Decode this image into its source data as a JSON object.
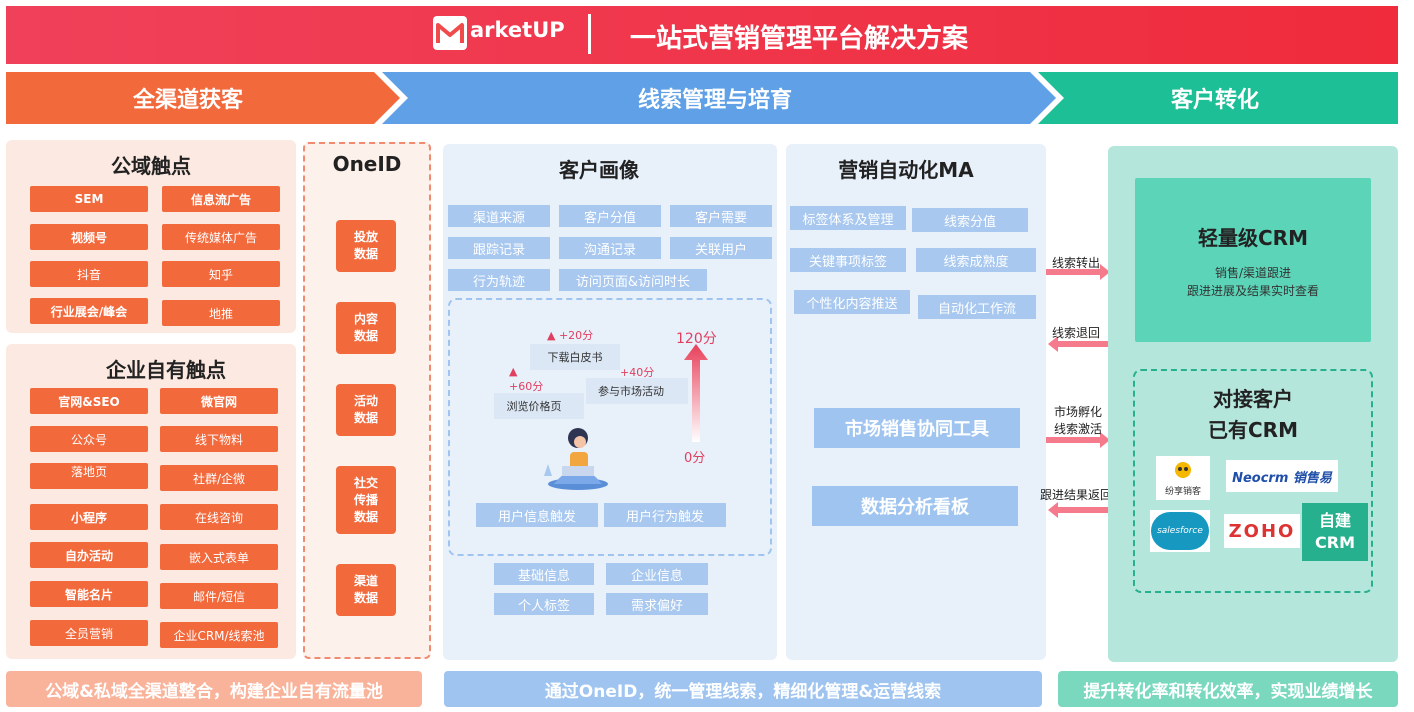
{
  "header": {
    "logo_text": "arketUP",
    "title": "一站式营销管理平台解决方案"
  },
  "stages": {
    "acquire": "全渠道获客",
    "nurture": "线索管理与培育",
    "convert": "客户转化"
  },
  "public": {
    "title": "公域触点",
    "items": [
      "SEM",
      "信息流广告",
      "视频号",
      "传统媒体广告",
      "抖音",
      "知乎",
      "行业展会/峰会",
      "地推"
    ]
  },
  "private": {
    "title": "企业自有触点",
    "items": [
      "官网&SEO",
      "微官网",
      "公众号",
      "线下物料",
      "落地页",
      "社群/企微",
      "小程序",
      "在线咨询",
      "自办活动",
      "嵌入式表单",
      "智能名片",
      "邮件/短信",
      "全员营销",
      "企业CRM/线索池"
    ]
  },
  "oneid": {
    "title": "OneID",
    "items": [
      "投放\n数据",
      "内容\n数据",
      "活动\n数据",
      "社交\n传播\n数据",
      "渠道\n数据"
    ]
  },
  "profile": {
    "title": "客户画像",
    "tags": [
      "渠道来源",
      "客户分值",
      "客户需要",
      "跟踪记录",
      "沟通记录",
      "关联用户",
      "行为轨迹",
      "访问页面&访问时长"
    ],
    "score_top": "120分",
    "score_bottom": "0分",
    "steps": [
      {
        "label": "下载白皮书",
        "score": "+20分"
      },
      {
        "label": "参与市场活动",
        "score": "+40分"
      },
      {
        "label": "浏览价格页",
        "score": "+60分"
      }
    ],
    "triggers": [
      "用户信息触发",
      "用户行为触发"
    ],
    "info": [
      "基础信息",
      "企业信息",
      "个人标签",
      "需求偏好"
    ]
  },
  "ma": {
    "title": "营销自动化MA",
    "tags": [
      "标签体系及管理",
      "线索分值",
      "关键事项标签",
      "线索成熟度",
      "个性化内容推送",
      "自动化工作流"
    ],
    "tool1": "市场销售协同工具",
    "tool2": "数据分析看板"
  },
  "arrows": {
    "a1": "线索转出",
    "a2": "线索退回",
    "a3": "市场孵化\n线索激活",
    "a4": "跟进结果返回"
  },
  "crm": {
    "light_title": "轻量级CRM",
    "light_desc": "销售/渠道跟进\n跟进进展及结果实时查看",
    "connect_title": "对接客户\n已有CRM",
    "logos": {
      "fx": "纷享销客",
      "neo": "Neocrm 销售易",
      "sf": "salesforce",
      "zoho": "ZOHO"
    },
    "self": "自建\nCRM"
  },
  "bottom": {
    "left": "公域&私域全渠道整合，构建企业自有流量池",
    "mid": "通过OneID，统一管理线索，精细化管理&运营线索",
    "right": "提升转化率和转化效率，实现业绩增长"
  },
  "colors": {
    "red": "#ef2b3c",
    "orange": "#f2693c",
    "blue": "#5fa0e6",
    "green": "#1cbf96"
  }
}
